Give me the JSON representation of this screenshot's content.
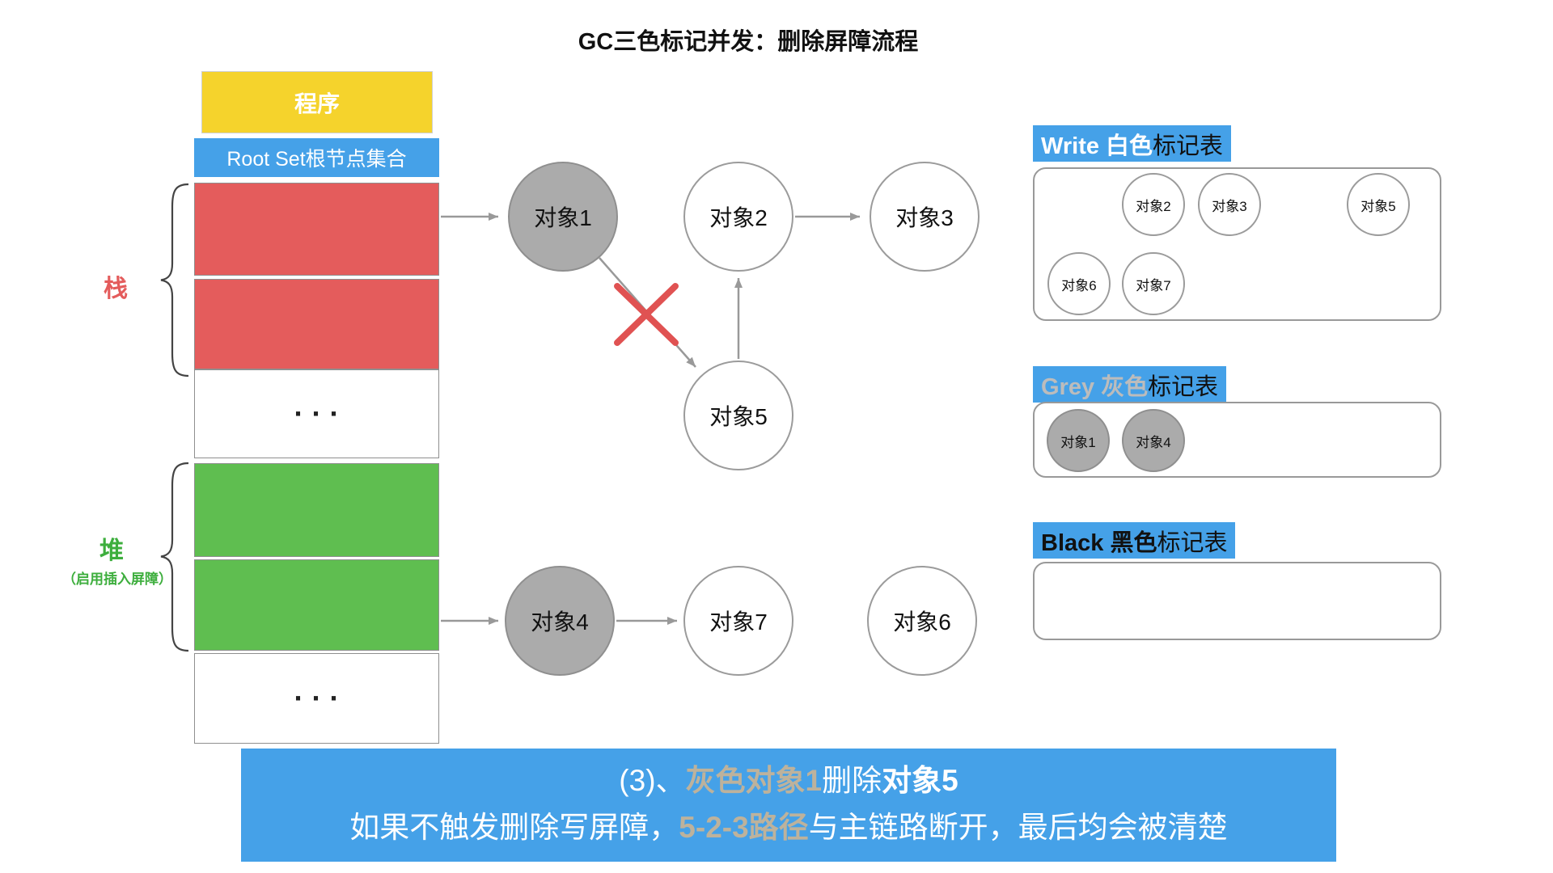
{
  "title": "GC三色标记并发：删除屏障流程",
  "memory": {
    "program": "程序",
    "root_set": "Root Set根节点集合",
    "stack_label": "栈",
    "heap_label": "堆",
    "heap_note": "（启用插入屏障）",
    "ellipsis_top": "···",
    "ellipsis_bottom": "···"
  },
  "nodes": {
    "obj1": "对象1",
    "obj2": "对象2",
    "obj3": "对象3",
    "obj4": "对象4",
    "obj5": "对象5",
    "obj6": "对象6",
    "obj7": "对象7"
  },
  "tables": {
    "white": {
      "title_strong": "Write 白色",
      "title_rest": "标记表",
      "items": [
        "对象2",
        "对象3",
        "对象5",
        "对象6",
        "对象7"
      ]
    },
    "grey": {
      "title_strong": "Grey 灰色",
      "title_rest": "标记表",
      "items": [
        "对象1",
        "对象4"
      ]
    },
    "black": {
      "title_strong": "Black 黑色",
      "title_rest": "标记表",
      "items": []
    }
  },
  "caption": {
    "line1_prefix": "(3)、",
    "line1_grey": "灰色对象1",
    "line1_mid": "删除",
    "line1_strong": "对象5",
    "line2_start": "如果不触发删除写屏障，",
    "line2_highlight": "5-2-3路径",
    "line2_end": "与主链路断开，最后均会被清楚"
  },
  "colors": {
    "accent_blue": "#45A1E8",
    "program_yellow": "#F5D32C",
    "stack_red": "#E45C5C",
    "heap_green": "#5FBE50",
    "grey_object": "#ABABAB",
    "caption_highlight": "#BDB29C"
  }
}
